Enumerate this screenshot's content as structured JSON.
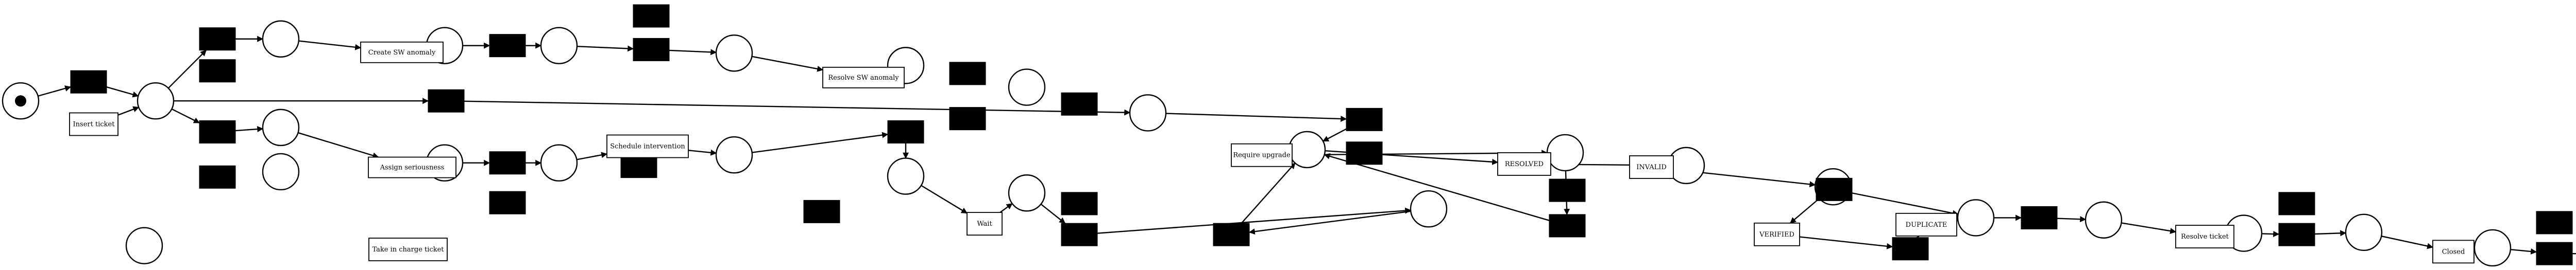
{
  "diagram": {
    "type": "petri-net",
    "labels": {
      "t_insert": "Insert ticket",
      "t_create_sw": "Create SW anomaly",
      "t_resolve_sw": "Resolve SW anomaly",
      "t_assign": "Assign seriousness",
      "t_take": "Take in charge ticket",
      "t_schedule": "Schedule intervention",
      "t_wait": "Wait",
      "t_upgrade": "Require upgrade",
      "t_resolved": "RESOLVED",
      "t_invalid": "INVALID",
      "t_verified": "VERIFIED",
      "t_duplicate": "DUPLICATE",
      "t_resolve_ticket": "Resolve ticket",
      "t_closed": "Closed"
    }
  }
}
